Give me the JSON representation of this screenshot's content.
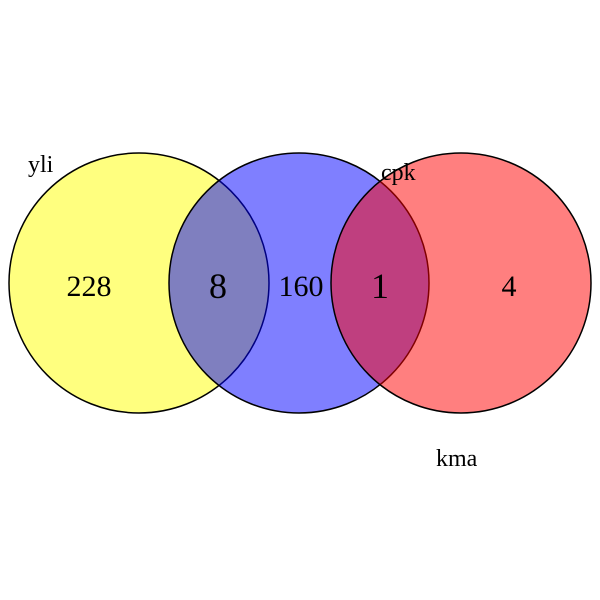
{
  "sets": [
    {
      "key": "yli",
      "label": "yli",
      "color": "#ffff00"
    },
    {
      "key": "cpk",
      "label": "cpk",
      "color": "#0000ff"
    },
    {
      "key": "kma",
      "label": "kma",
      "color": "#ff0000"
    }
  ],
  "regions": {
    "yli_only": "228",
    "yli_cpk": "8",
    "cpk_only": "160",
    "cpk_kma": "1",
    "kma_only": "4"
  }
}
